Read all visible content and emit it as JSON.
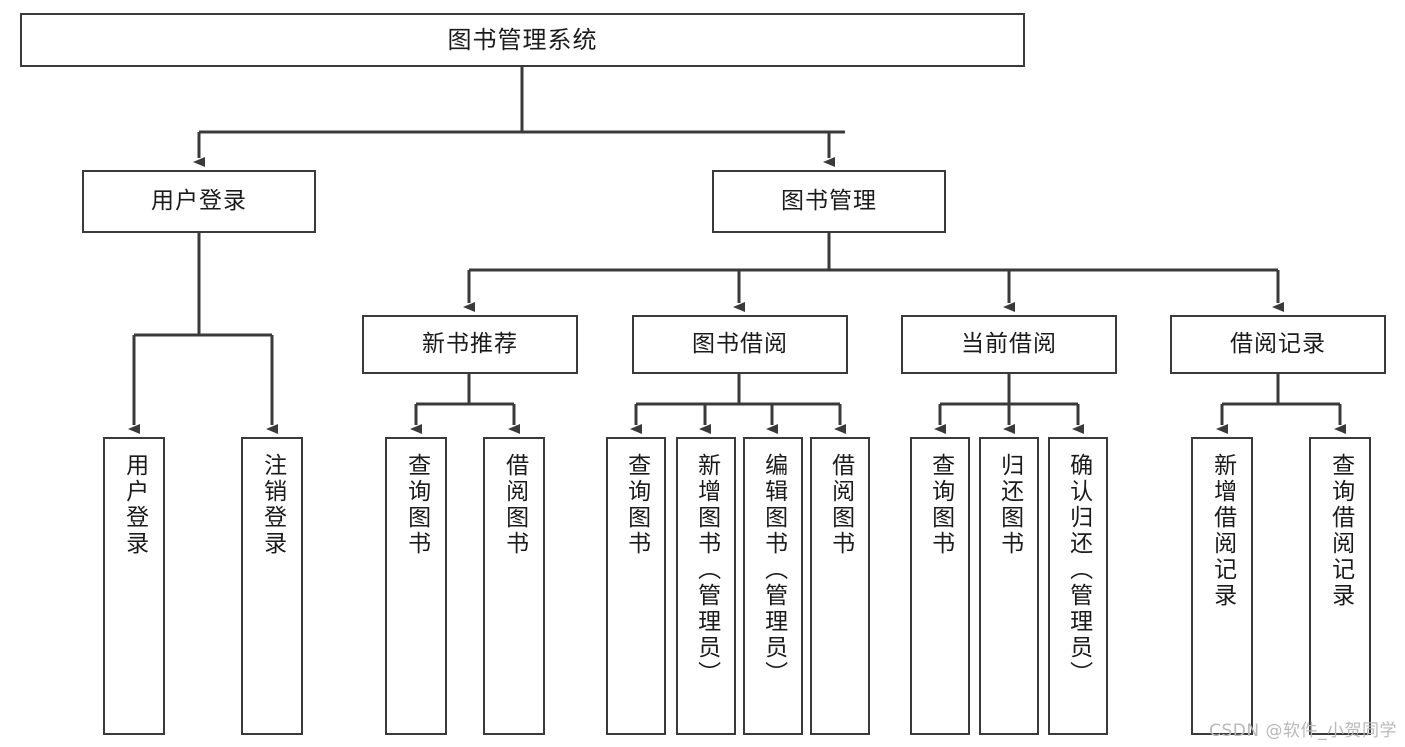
{
  "diagram": {
    "title": "图书管理系统",
    "type": "tree-hierarchy-chart",
    "root": {
      "label": "图书管理系统"
    },
    "level2": [
      {
        "label": "用户登录"
      },
      {
        "label": "图书管理"
      }
    ],
    "level3": [
      {
        "label": "新书推荐"
      },
      {
        "label": "图书借阅"
      },
      {
        "label": "当前借阅"
      },
      {
        "label": "借阅记录"
      }
    ],
    "leaves_user_login": [
      {
        "label": "用户登录"
      },
      {
        "label": "注销登录"
      }
    ],
    "leaves_new_book": [
      {
        "label": "查询图书"
      },
      {
        "label": "借阅图书"
      }
    ],
    "leaves_borrow": [
      {
        "label": "查询图书"
      },
      {
        "label": "新增图书（管理员）"
      },
      {
        "label": "编辑图书（管理员）"
      },
      {
        "label": "借阅图书"
      }
    ],
    "leaves_current": [
      {
        "label": "查询图书"
      },
      {
        "label": "归还图书"
      },
      {
        "label": "确认归还（管理员）"
      }
    ],
    "leaves_records": [
      {
        "label": "新增借阅记录"
      },
      {
        "label": "查询借阅记录"
      }
    ]
  },
  "watermark": {
    "text": "CSDN @软件_小贺同学"
  },
  "colors": {
    "stroke": "#3a3a3a",
    "text": "#1b1b1b",
    "background": "#ffffff",
    "watermark": "#b9b9b9"
  }
}
